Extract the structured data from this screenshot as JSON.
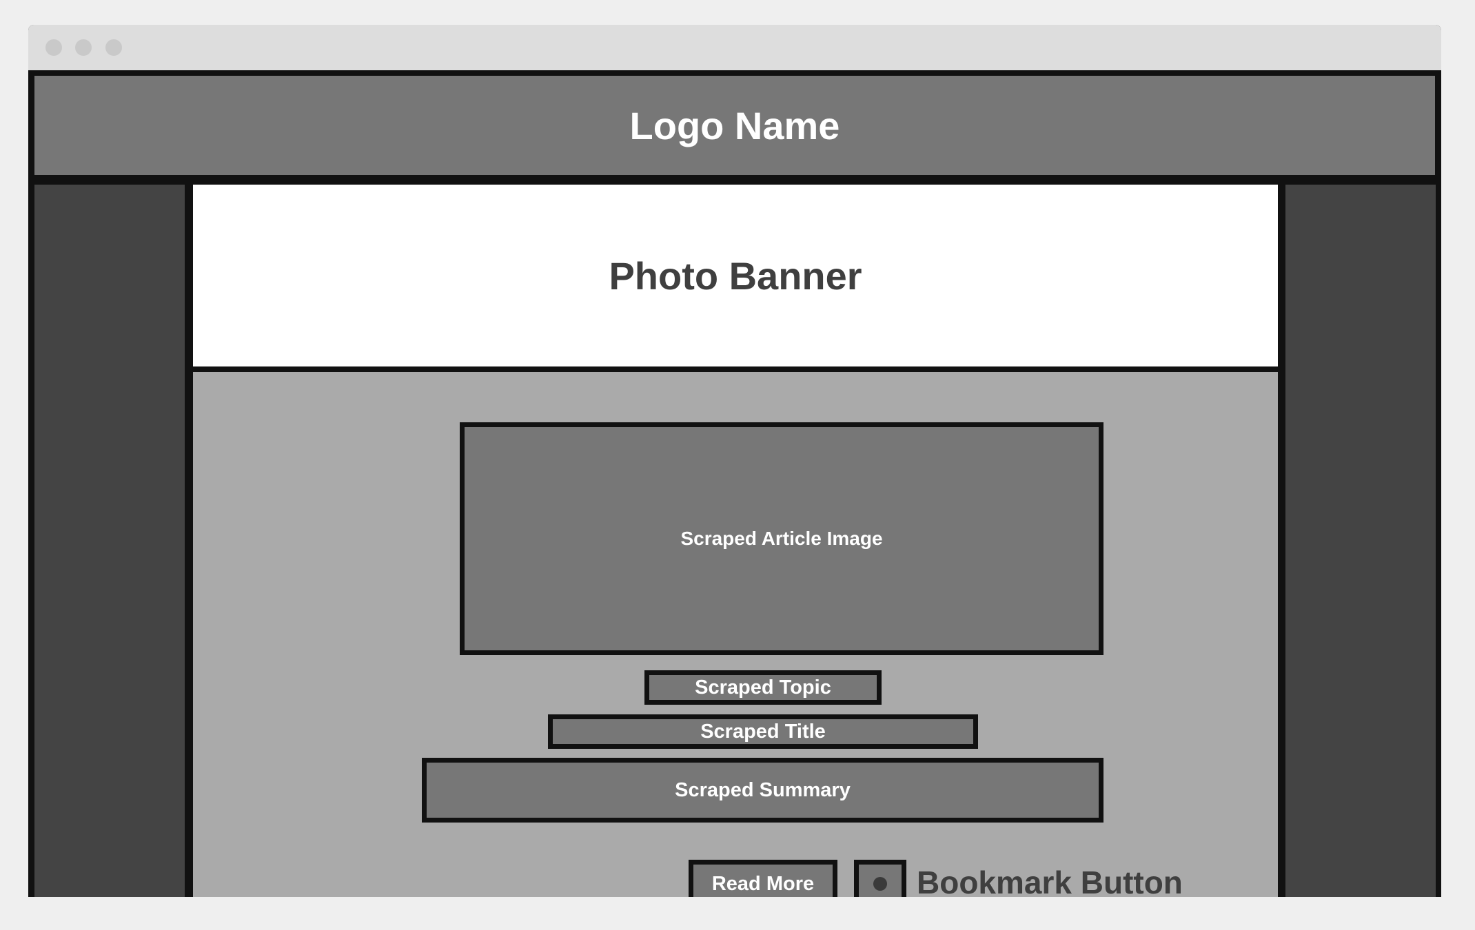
{
  "header": {
    "logo": "Logo Name"
  },
  "banner": {
    "label": "Photo Banner"
  },
  "article": {
    "image_label": "Scraped Article Image",
    "topic": "Scraped Topic",
    "title": "Scraped Title",
    "summary": "Scraped Summary",
    "read_more_label": "Read More",
    "bookmark_label": "Bookmark Button"
  },
  "colors": {
    "header": "#777777",
    "sidebar": "#444444",
    "content": "#aaaaaa",
    "border": "#111111"
  }
}
